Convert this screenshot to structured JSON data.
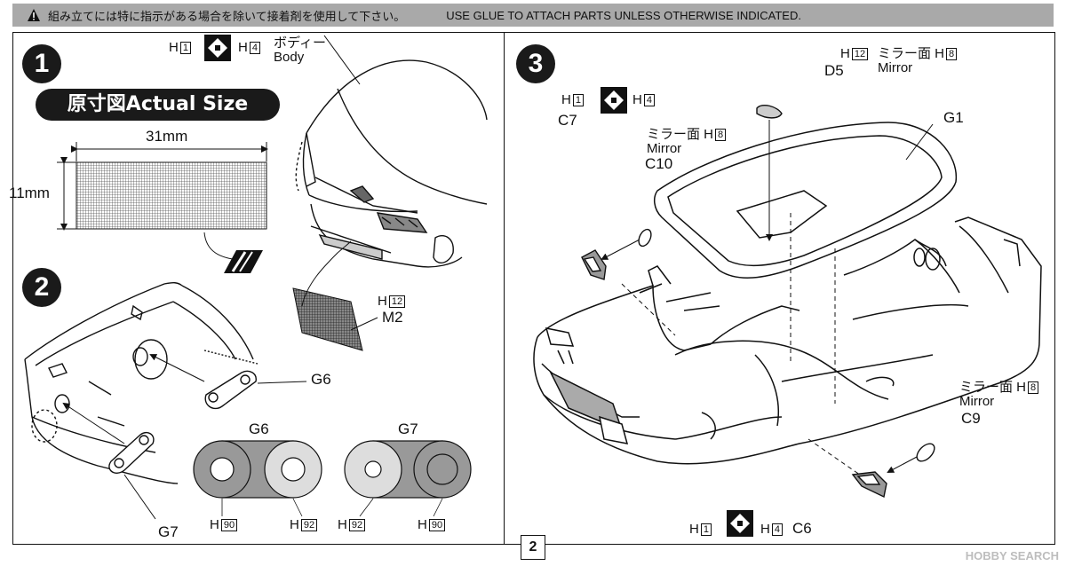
{
  "header": {
    "jp": "組み立てには特に指示がある場合を除いて接着剤を使用して下さい。",
    "en": "USE GLUE TO ATTACH PARTS UNLESS OTHERWISE INDICATED."
  },
  "step1": {
    "number": "1",
    "actual_size": "原寸図Actual Size",
    "width_label": "31mm",
    "height_label": "11mm",
    "h_left": "1",
    "h_right": "4",
    "body_jp": "ボディー",
    "body_en": "Body",
    "m2_h": "12",
    "m2_label": "M2"
  },
  "step2": {
    "number": "2",
    "g6_label": "G6",
    "g7_label": "G7",
    "g6_title": "G6",
    "g7_title": "G7",
    "g6_h_left": "90",
    "g6_h_right": "92",
    "g7_h_left": "92",
    "g7_h_right": "90"
  },
  "step3": {
    "number": "3",
    "d5_h": "12",
    "d5_label": "D5",
    "mirror_jp": "ミラー面",
    "mirror_en": "Mirror",
    "mirror_h": "8",
    "c7_label": "C7",
    "c10_label": "C10",
    "c9_label": "C9",
    "c6_label": "C6",
    "g1_label": "G1",
    "h_left": "1",
    "h_right": "4"
  },
  "page_number": "2",
  "watermark": "HOBBY SEARCH"
}
